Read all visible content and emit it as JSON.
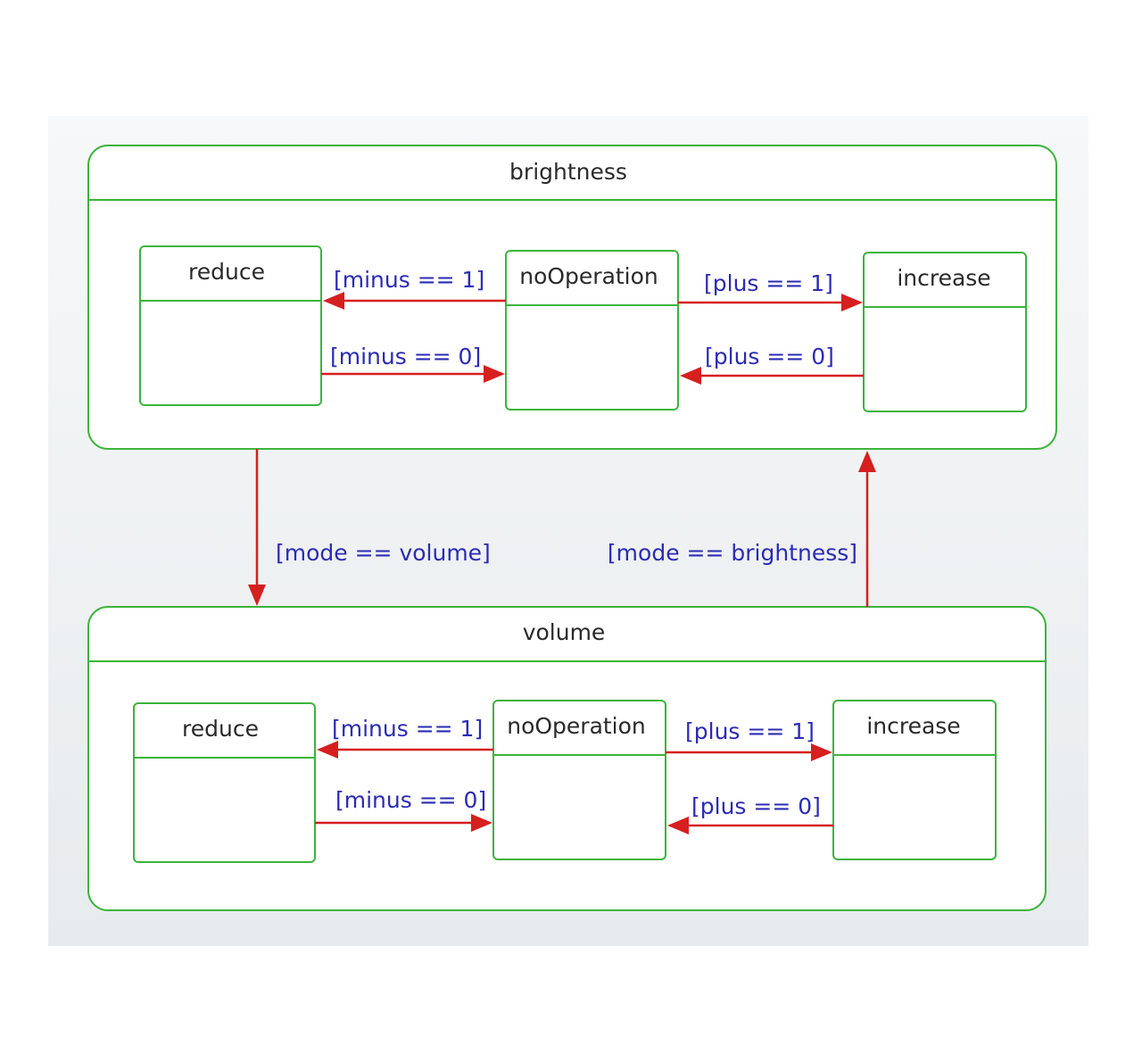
{
  "colors": {
    "state_border": "#3cb43c",
    "transition": "#d61f1f",
    "guard_text": "#2b2bb4",
    "state_text": "#2a2a2a",
    "canvas_background": "#eef1f3"
  },
  "composite_states": [
    {
      "name": "brightness",
      "substates": [
        "reduce",
        "noOperation",
        "increase"
      ],
      "transitions": [
        {
          "from": "noOperation",
          "to": "reduce",
          "guard": "[minus == 1]"
        },
        {
          "from": "reduce",
          "to": "noOperation",
          "guard": "[minus == 0]"
        },
        {
          "from": "noOperation",
          "to": "increase",
          "guard": "[plus == 1]"
        },
        {
          "from": "increase",
          "to": "noOperation",
          "guard": "[plus == 0]"
        }
      ]
    },
    {
      "name": "volume",
      "substates": [
        "reduce",
        "noOperation",
        "increase"
      ],
      "transitions": [
        {
          "from": "noOperation",
          "to": "reduce",
          "guard": "[minus == 1]"
        },
        {
          "from": "reduce",
          "to": "noOperation",
          "guard": "[minus == 0]"
        },
        {
          "from": "noOperation",
          "to": "increase",
          "guard": "[plus == 1]"
        },
        {
          "from": "increase",
          "to": "noOperation",
          "guard": "[plus == 0]"
        }
      ]
    }
  ],
  "mode_transitions": [
    {
      "from": "brightness",
      "to": "volume",
      "guard": "[mode == volume]"
    },
    {
      "from": "volume",
      "to": "brightness",
      "guard": "[mode == brightness]"
    }
  ]
}
